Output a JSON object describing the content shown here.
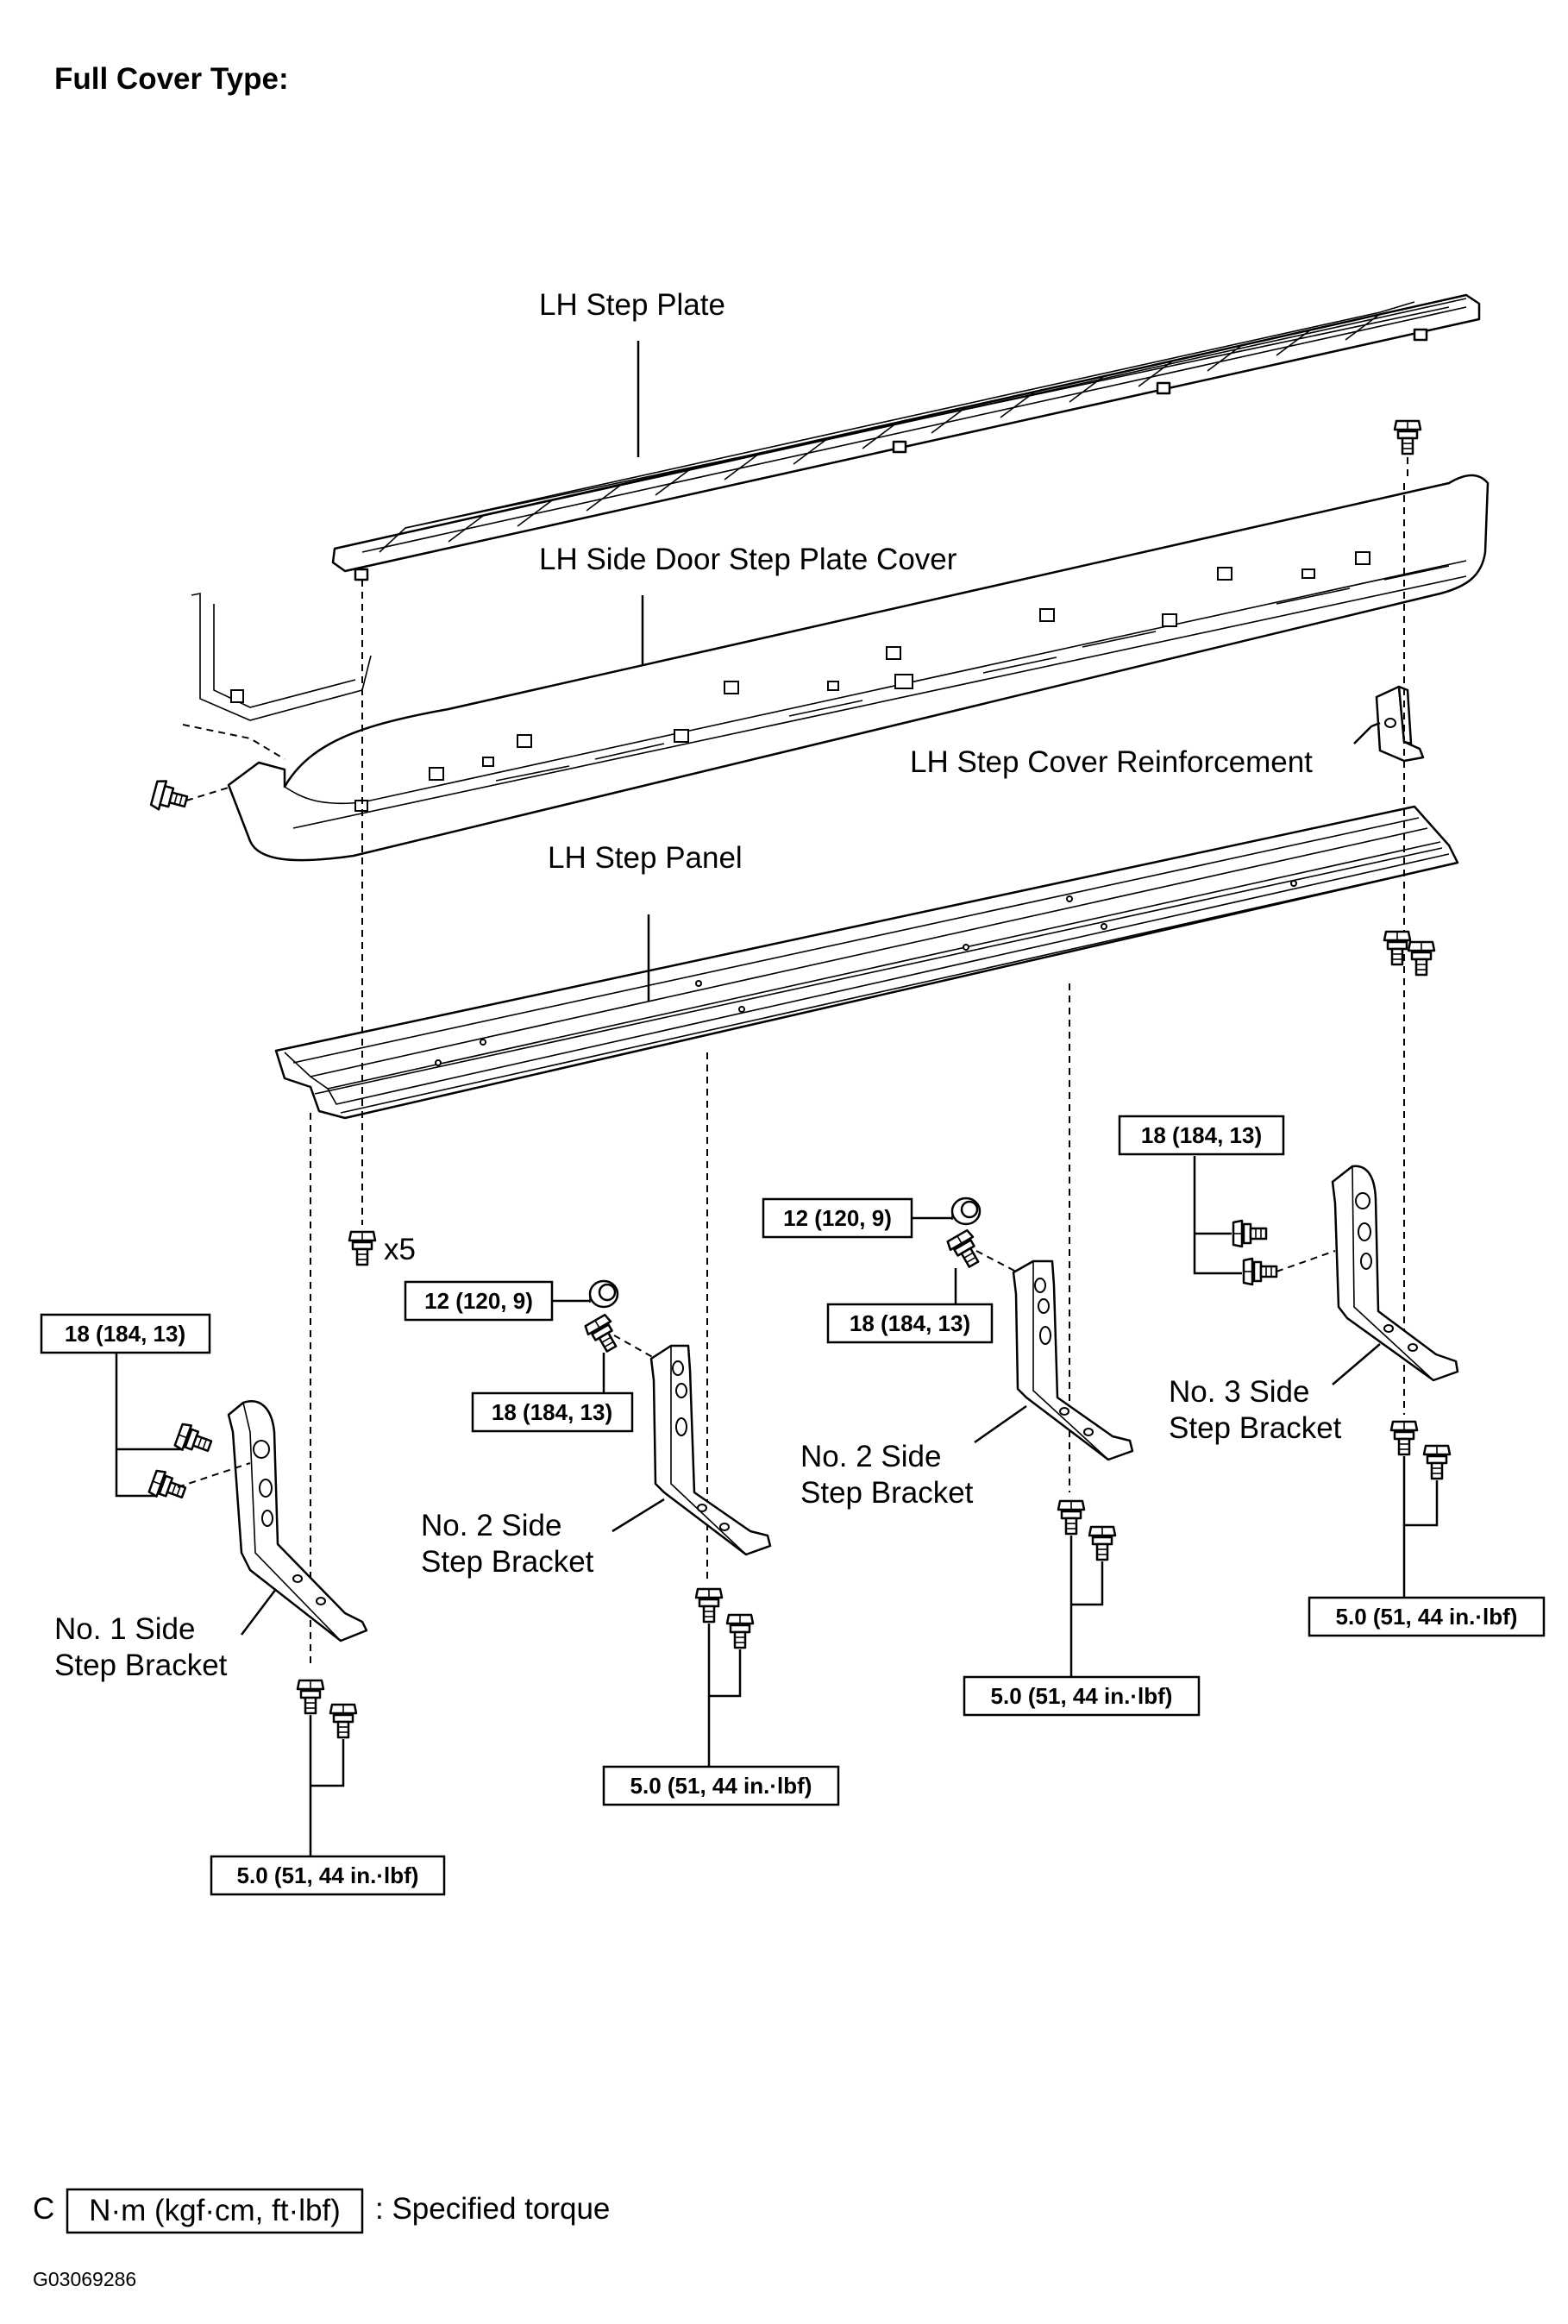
{
  "header": {
    "title": "Full Cover Type:"
  },
  "parts": {
    "step_plate": "LH Step Plate",
    "door_step_cover": "LH Side Door Step Plate Cover",
    "cover_reinforcement": "LH Step Cover Reinforcement",
    "step_panel": "LH Step Panel",
    "bracket_no1": [
      "No. 1 Side",
      "Step Bracket"
    ],
    "bracket_no2_left": [
      "No. 2 Side",
      "Step Bracket"
    ],
    "bracket_no2_right": [
      "No. 2 Side",
      "Step Bracket"
    ],
    "bracket_no3": [
      "No. 3 Side",
      "Step Bracket"
    ]
  },
  "bolt_count": "x5",
  "torque": {
    "t18_a": "18 (184, 13)",
    "t18_b": "18 (184, 13)",
    "t18_c": "18 (184, 13)",
    "t18_d": "18 (184, 13)",
    "t12_a": "12 (120, 9)",
    "t12_b": "12 (120, 9)",
    "t5_a": "5.0 (51, 44 in.·lbf)",
    "t5_b": "5.0 (51, 44 in.·lbf)",
    "t5_c": "5.0 (51, 44 in.·lbf)",
    "t5_d": "5.0 (51, 44 in.·lbf)"
  },
  "legend": {
    "prefix": "C",
    "unit_box": "N·m (kgf·cm, ft·lbf)",
    "description": ": Specified torque"
  },
  "figure_id": "G03069286"
}
